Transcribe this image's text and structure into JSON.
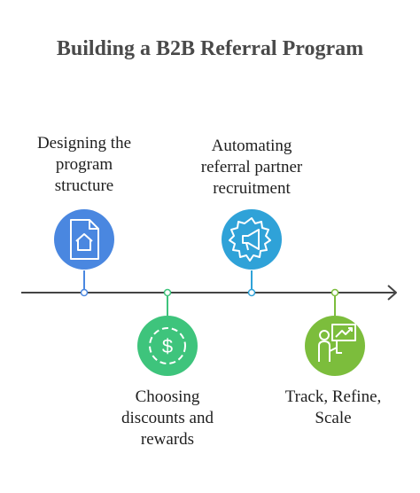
{
  "title": "Building a B2B Referral Program",
  "steps": [
    {
      "label": "Designing the\nprogram\nstructure",
      "position": "above",
      "color": "#4a87e0",
      "icon": "document-home-icon"
    },
    {
      "label": "Choosing\ndiscounts and\nrewards",
      "position": "below",
      "color": "#3ec47c",
      "icon": "dollar-coin-icon"
    },
    {
      "label": "Automating\nreferral partner\nrecruitment",
      "position": "above",
      "color": "#2fa2d8",
      "icon": "gear-megaphone-icon"
    },
    {
      "label": "Track, Refine,\nScale",
      "position": "below",
      "color": "#7cbd3c",
      "icon": "presenter-chart-icon"
    }
  ],
  "colors": {
    "axis": "#444444",
    "title": "#4a4a4a"
  }
}
